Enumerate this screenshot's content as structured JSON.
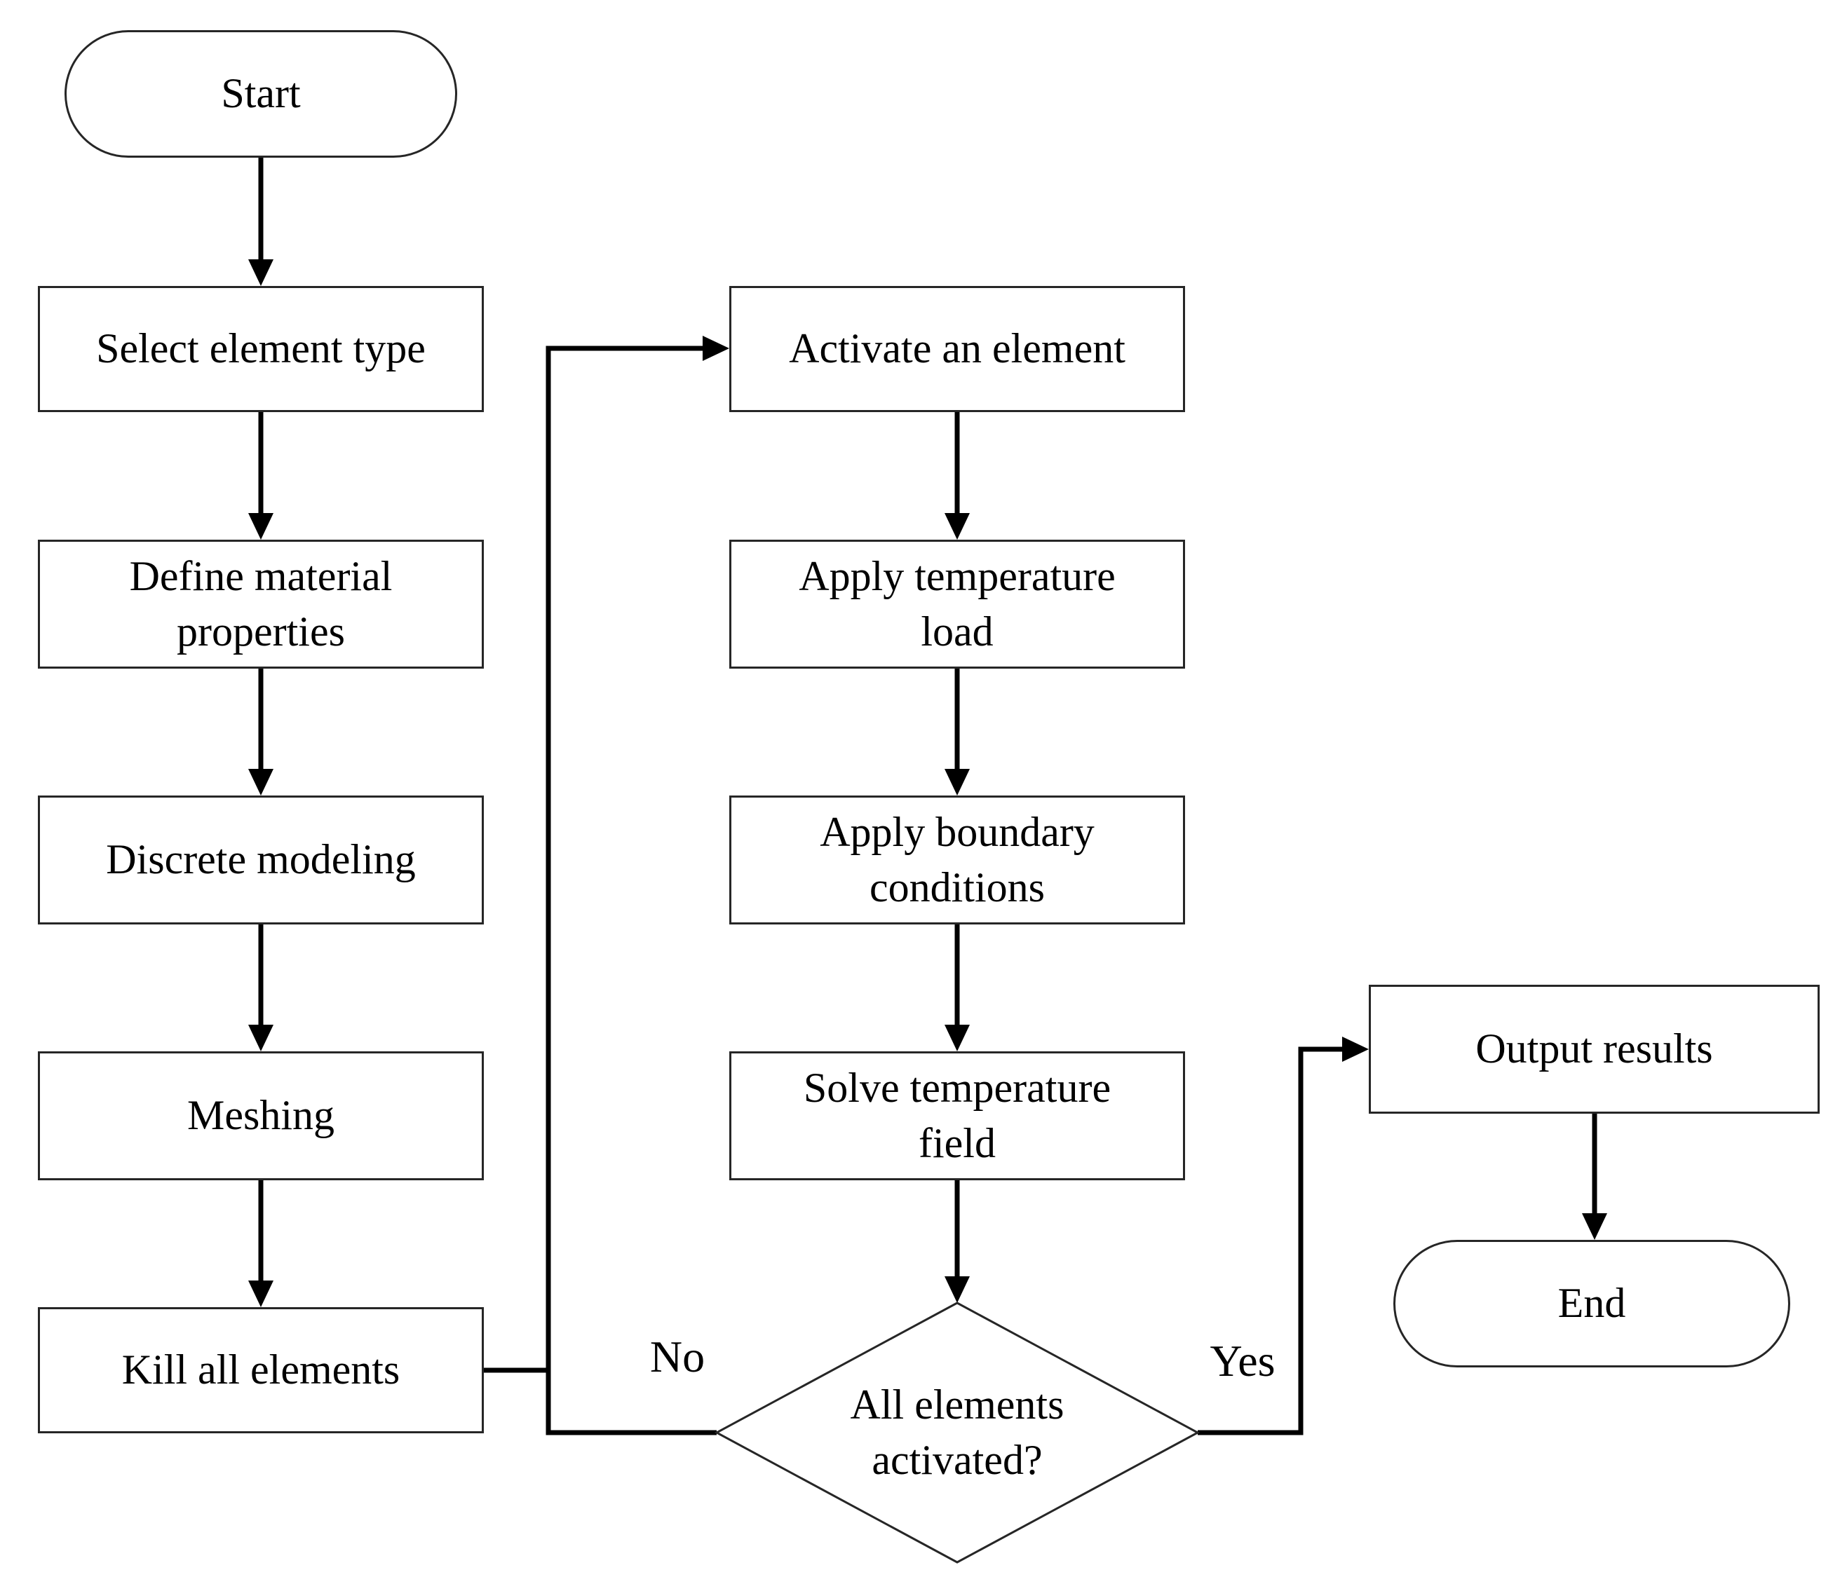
{
  "diagram": {
    "nodes": {
      "start": {
        "type": "terminator",
        "label": "Start"
      },
      "select_element": {
        "type": "process",
        "label": "Select element type"
      },
      "define_material": {
        "type": "process",
        "label": "Define material\nproperties"
      },
      "discrete_modeling": {
        "type": "process",
        "label": "Discrete modeling"
      },
      "meshing": {
        "type": "process",
        "label": "Meshing"
      },
      "kill_elements": {
        "type": "process",
        "label": "Kill all elements"
      },
      "activate_element": {
        "type": "process",
        "label": "Activate an element"
      },
      "apply_temperature": {
        "type": "process",
        "label": "Apply temperature\nload"
      },
      "apply_boundary": {
        "type": "process",
        "label": "Apply boundary\nconditions"
      },
      "solve_temperature": {
        "type": "process",
        "label": "Solve temperature\nfield"
      },
      "decision": {
        "type": "decision",
        "label": "All elements\nactivated?"
      },
      "output_results": {
        "type": "process",
        "label": "Output results"
      },
      "end": {
        "type": "terminator",
        "label": "End"
      }
    },
    "edge_labels": {
      "no": "No",
      "yes": "Yes"
    },
    "colors": {
      "line": "#000000",
      "box_border": "#262626",
      "fill": "#ffffff",
      "text": "#000000"
    }
  }
}
